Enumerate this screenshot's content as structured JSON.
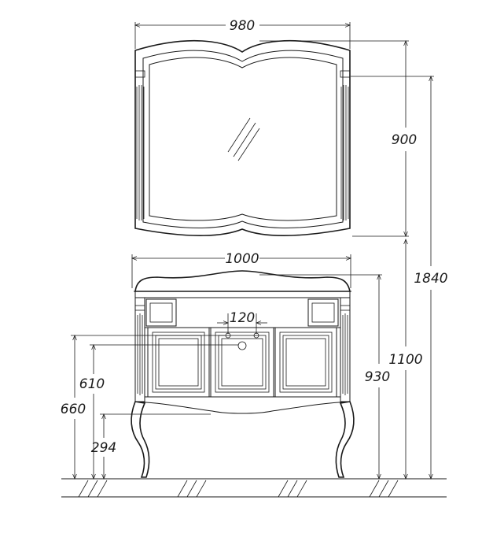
{
  "dimensions": {
    "mirror_width": "980",
    "mirror_height": "900",
    "cabinet_width": "1000",
    "tap_spacing": "120",
    "total_height": "1840",
    "cabinet_height": "1100",
    "countertop_height": "930",
    "drawer_top_height": "660",
    "drawer_panel_height": "610",
    "leg_height": "294"
  },
  "colors": {
    "line": "#1a1a1a",
    "background": "#ffffff"
  }
}
